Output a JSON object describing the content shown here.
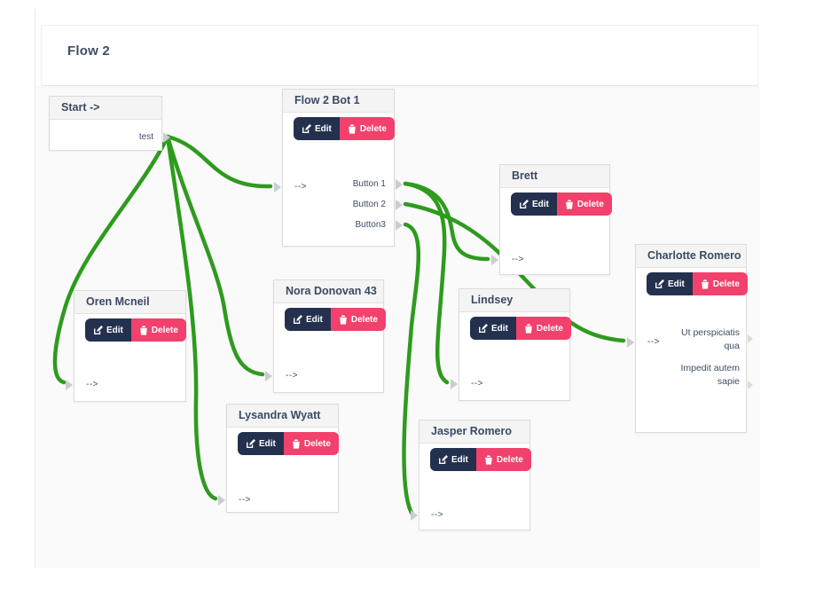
{
  "page": {
    "title": "Flow 2"
  },
  "colors": {
    "connection": "#2e9b1e",
    "edit_button_bg": "#24314e",
    "delete_button_bg": "#f1416c",
    "node_title": "#3c4963"
  },
  "buttons": {
    "edit": "Edit",
    "delete": "Delete"
  },
  "nodes": {
    "start": {
      "title": "Start ->",
      "outputs": [
        "test"
      ]
    },
    "bot1": {
      "title": "Flow 2 Bot 1",
      "input": "-->",
      "outputs": [
        "Button 1",
        "Button 2",
        "Button3"
      ]
    },
    "brett": {
      "title": "Brett",
      "input": "-->"
    },
    "charlotte": {
      "title": "Charlotte Romero",
      "input": "-->",
      "outputs": [
        "Ut perspiciatis qua",
        "Impedit autem sapie"
      ]
    },
    "oren": {
      "title": "Oren Mcneil",
      "input": "-->"
    },
    "nora": {
      "title": "Nora Donovan 43",
      "input": "-->"
    },
    "lindsey": {
      "title": "Lindsey",
      "input": "-->"
    },
    "lysandra": {
      "title": "Lysandra Wyatt",
      "input": "-->"
    },
    "jasper": {
      "title": "Jasper Romero",
      "input": "-->"
    }
  },
  "connections": [
    {
      "from": "Start:test",
      "to": "Flow 2 Bot 1:input"
    },
    {
      "from": "Start:test",
      "to": "Oren Mcneil:input"
    },
    {
      "from": "Start:test",
      "to": "Nora Donovan 43:input"
    },
    {
      "from": "Start:test",
      "to": "Lysandra Wyatt:input"
    },
    {
      "from": "Flow 2 Bot 1:Button 1",
      "to": "Brett:input"
    },
    {
      "from": "Flow 2 Bot 1:Button 1",
      "to": "Lindsey:input"
    },
    {
      "from": "Flow 2 Bot 1:Button 2",
      "to": "Charlotte Romero:input"
    },
    {
      "from": "Flow 2 Bot 1:Button3",
      "to": "Jasper Romero:input"
    }
  ]
}
